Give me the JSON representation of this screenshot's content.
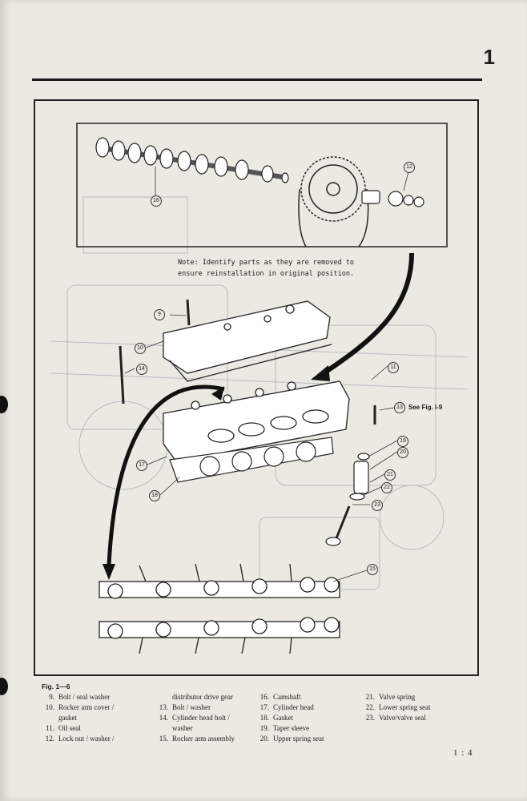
{
  "header": {
    "chapter": "1"
  },
  "figure": {
    "note_line1": "Note: Identify parts as they are removed to",
    "note_line2": "ensure reinstallation in original position.",
    "see_fig": "See Fig. I-9",
    "callouts": [
      "16",
      "12",
      "9",
      "10",
      "14",
      "11",
      "13",
      "19",
      "20",
      "21",
      "22",
      "23",
      "17",
      "18",
      "15"
    ],
    "label": "Fig. 1—6"
  },
  "legend": {
    "col1": [
      {
        "num": "9.",
        "text": "Bolt / seal washer"
      },
      {
        "num": "10.",
        "text": "Rocker arm cover /"
      },
      {
        "num": "",
        "text": "gasket"
      },
      {
        "num": "11.",
        "text": "Oil seal"
      },
      {
        "num": "12.",
        "text": "Lock nut / washer /"
      }
    ],
    "col2": [
      {
        "num": "",
        "text": "distributor drive gear"
      },
      {
        "num": "13.",
        "text": "Bolt / washer"
      },
      {
        "num": "14.",
        "text": "Cylinder head bolt /"
      },
      {
        "num": "",
        "text": "washer"
      },
      {
        "num": "15.",
        "text": "Rocker arm assembly"
      }
    ],
    "col3": [
      {
        "num": "16.",
        "text": "Camshaft"
      },
      {
        "num": "17.",
        "text": "Cylinder head"
      },
      {
        "num": "18.",
        "text": "Gasket"
      },
      {
        "num": "19.",
        "text": "Taper sleeve"
      },
      {
        "num": "20.",
        "text": "Upper spring seat"
      }
    ],
    "col4": [
      {
        "num": "21.",
        "text": "Valve spring"
      },
      {
        "num": "22.",
        "text": "Lower spring seat"
      },
      {
        "num": "23.",
        "text": "Valve/valve seal"
      }
    ]
  },
  "footer": {
    "page_number": "1 : 4"
  }
}
